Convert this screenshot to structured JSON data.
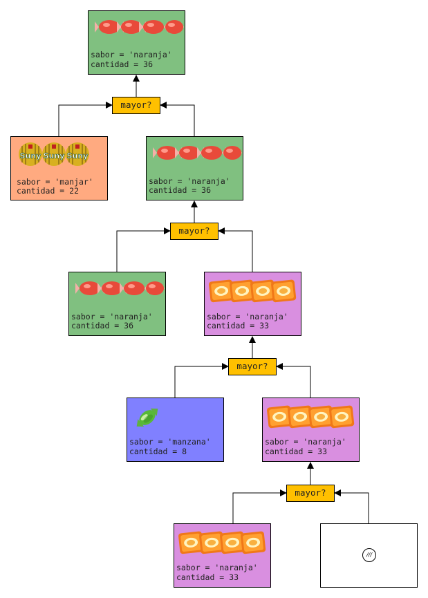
{
  "compare_label": "mayor?",
  "nodes": {
    "top": {
      "sabor": "sabor = 'naranja'",
      "cantidad": "cantidad = 36",
      "color": "#80c080",
      "candy": "strawberry-candy-icon"
    },
    "manjar": {
      "sabor": "sabor = 'manjar'",
      "cantidad": "cantidad = 22",
      "color": "#ffaa80",
      "candy": "suny-candy-icon"
    },
    "l1_right": {
      "sabor": "sabor = 'naranja'",
      "cantidad": "cantidad = 36",
      "color": "#80c080",
      "candy": "strawberry-candy-icon"
    },
    "l2_left": {
      "sabor": "sabor = 'naranja'",
      "cantidad": "cantidad = 36",
      "color": "#80c080",
      "candy": "strawberry-candy-icon"
    },
    "l2_right": {
      "sabor": "sabor = 'naranja'",
      "cantidad": "cantidad = 33",
      "color": "#d98fe0",
      "candy": "orange-candy-icon"
    },
    "manzana": {
      "sabor": "sabor = 'manzana'",
      "cantidad": "cantidad = 8",
      "color": "#8080ff",
      "candy": "green-candy-icon"
    },
    "l3_right": {
      "sabor": "sabor = 'naranja'",
      "cantidad": "cantidad = 33",
      "color": "#d98fe0",
      "candy": "orange-candy-icon"
    },
    "bottom": {
      "sabor": "sabor = 'naranja'",
      "cantidad": "cantidad = 33",
      "color": "#d98fe0",
      "candy": "orange-candy-icon"
    },
    "empty": {
      "symbol": "///",
      "color": "#ffffff"
    }
  }
}
